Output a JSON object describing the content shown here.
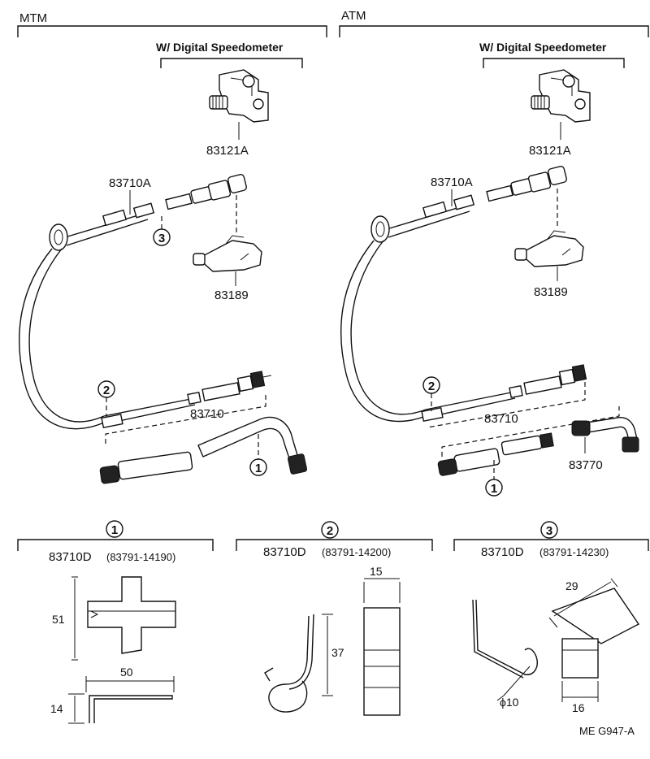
{
  "sections": {
    "mtm": "MTM",
    "atm": "ATM"
  },
  "digital_speedometer_note": "W/ Digital Speedometer",
  "parts": {
    "sensor": "83121A",
    "inner_cable_top": "83710A",
    "adapter": "83189",
    "cable_assy": "83710",
    "angle_drive": "83770"
  },
  "callouts": {
    "c1": "1",
    "c2": "2",
    "c3": "3"
  },
  "clamps": [
    {
      "num": "1",
      "part": "83710D",
      "partno": "(83791-14190)",
      "dims": [
        "51",
        "50",
        "14"
      ]
    },
    {
      "num": "2",
      "part": "83710D",
      "partno": "(83791-14200)",
      "dims": [
        "15",
        "37"
      ]
    },
    {
      "num": "3",
      "part": "83710D",
      "partno": "(83791-14230)",
      "dims": [
        "29",
        "16",
        "ϕ10"
      ]
    }
  ],
  "figure_code": "ME  G947-A"
}
